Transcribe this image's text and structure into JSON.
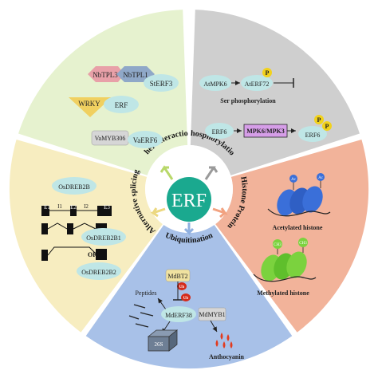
{
  "center": {
    "label": "ERF"
  },
  "ring_labels": {
    "other": "Other interactions",
    "phos": "Phosphorylation",
    "histone": "Histone Protein",
    "ubiq": "Ubiquitination",
    "splice": "Alternative splicing"
  },
  "other_interactions": {
    "nbtpl3": "NbTPL3",
    "nbtpl1": "NbTPL1",
    "sterf3": "StERF3",
    "wrky": "WRKY",
    "erf": "ERF",
    "vamyb306": "VaMYB306",
    "vaerf6": "VaERF6"
  },
  "phosphorylation": {
    "atmpk6": "AtMPK6",
    "aterf72": "AtERF72",
    "p1": "P",
    "ser_label": "Ser phosphorylation",
    "erf6_left": "ERF6",
    "mpk": "MPK6/MPK3",
    "erf6_right": "ERF6",
    "p2": "P",
    "p3": "P"
  },
  "histone": {
    "ac1": "Ac",
    "ac2": "Ac",
    "acetylated": "Acetylated histone",
    "ch3a": "CH3",
    "ch3b": "CH3",
    "methylated": "Methylated histone"
  },
  "ubiquitination": {
    "mdbt2": "MdBT2",
    "ub1": "Ub",
    "ub2": "Ub",
    "peptides": "Peptides",
    "mderf38": "MdERF38",
    "mdmyb1": "MdMYB1",
    "proteasome": "26S",
    "anthocyanin": "Anthocyanin"
  },
  "splicing": {
    "osdreb2b": "OsDREB2B",
    "e1": "E1",
    "i1": "I1",
    "e2": "E2",
    "i2": "I2",
    "e3": "E3",
    "osdreb2b1": "OsDREB2B1",
    "orf": "ORF",
    "osdreb2b2": "OsDREB2B2"
  },
  "colors": {
    "other": "#e6f2cf",
    "phos": "#cfcfcf",
    "histone": "#f2b39a",
    "ubiq": "#a8c1e8",
    "splice": "#f7edc0",
    "center": "#1aa98f",
    "phosphate": "#f2d21c",
    "mpk_box": "#d69ee8",
    "pink_box": "#e8a0a8",
    "blue_box": "#8fa8c8",
    "teal_oval": "#bfe6e6",
    "nucleosome_blue": "#3a6fd9",
    "nucleosome_green": "#7bd23e",
    "anthocyanin": "#e23b1e"
  }
}
